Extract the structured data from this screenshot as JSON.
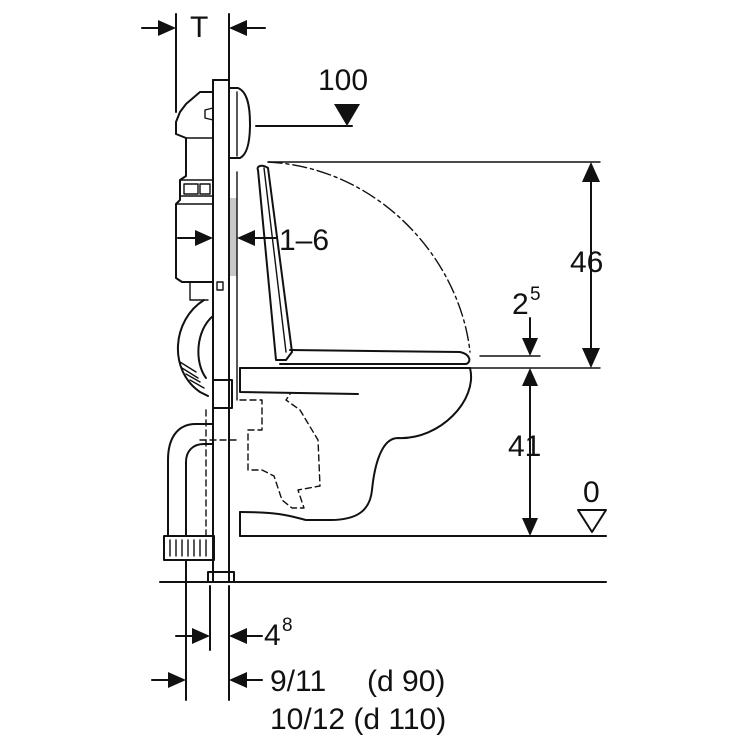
{
  "labels": {
    "t": "T",
    "d100": "100",
    "d1_6": "1–6",
    "d46": "46",
    "d2_base": "2",
    "d2_sup": "5",
    "d41": "41",
    "d0": "0",
    "d4_base": "4",
    "d4_sup": "8",
    "d9_11": "9/11",
    "d90": "(d 90)",
    "d10_12": "10/12 (d 110)"
  }
}
